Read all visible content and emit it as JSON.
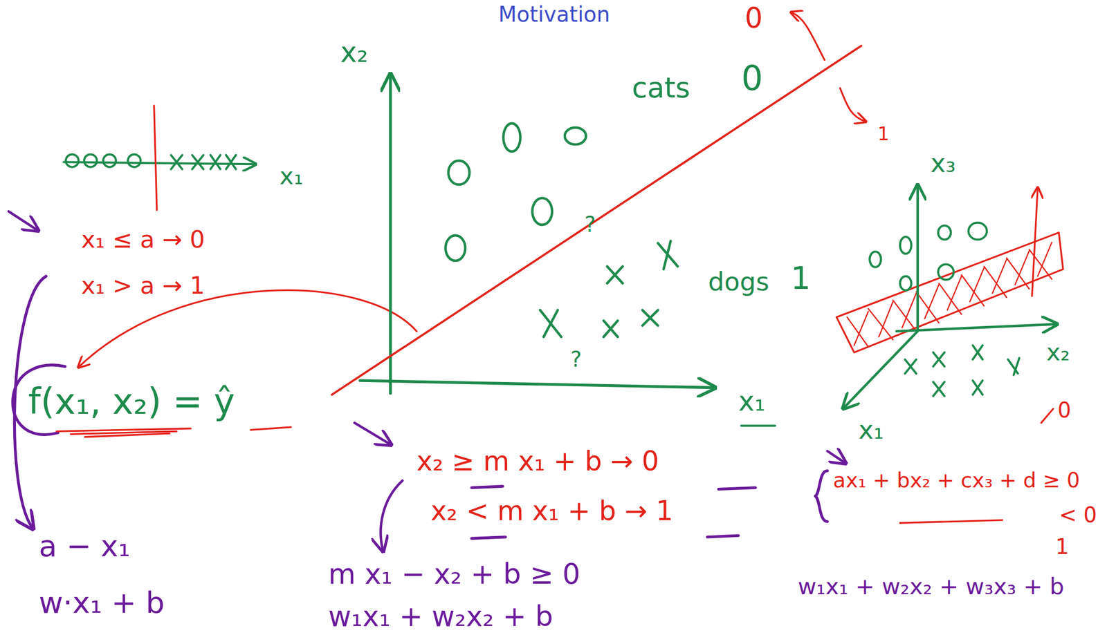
{
  "diagram": {
    "title": "Motivation",
    "labels": [
      "0",
      "1",
      "x₂",
      "cats",
      "0",
      "?",
      "?",
      "dogs",
      "1",
      "x₁",
      "x₁",
      "x₁ ≤ a → 0",
      "x₁ > a → 1",
      "f(x₁, x₂) = ŷ",
      "a − x₁",
      "w·x₁ + b",
      "x₂ ≥ m x₁ + b → 0",
      "x₂ < m x₁ + b → 1",
      "m x₁ − x₂ + b ≥ 0",
      "w₁x₁ + w₂x₂ + b",
      "x₃",
      "x₂",
      "x₁",
      "ax₁ + bx₂ + cx₃ + d ≥ 0",
      "< 0",
      "0",
      "1",
      "w₁x₁ + w₂x₂ + w₃x₃ + b"
    ]
  }
}
